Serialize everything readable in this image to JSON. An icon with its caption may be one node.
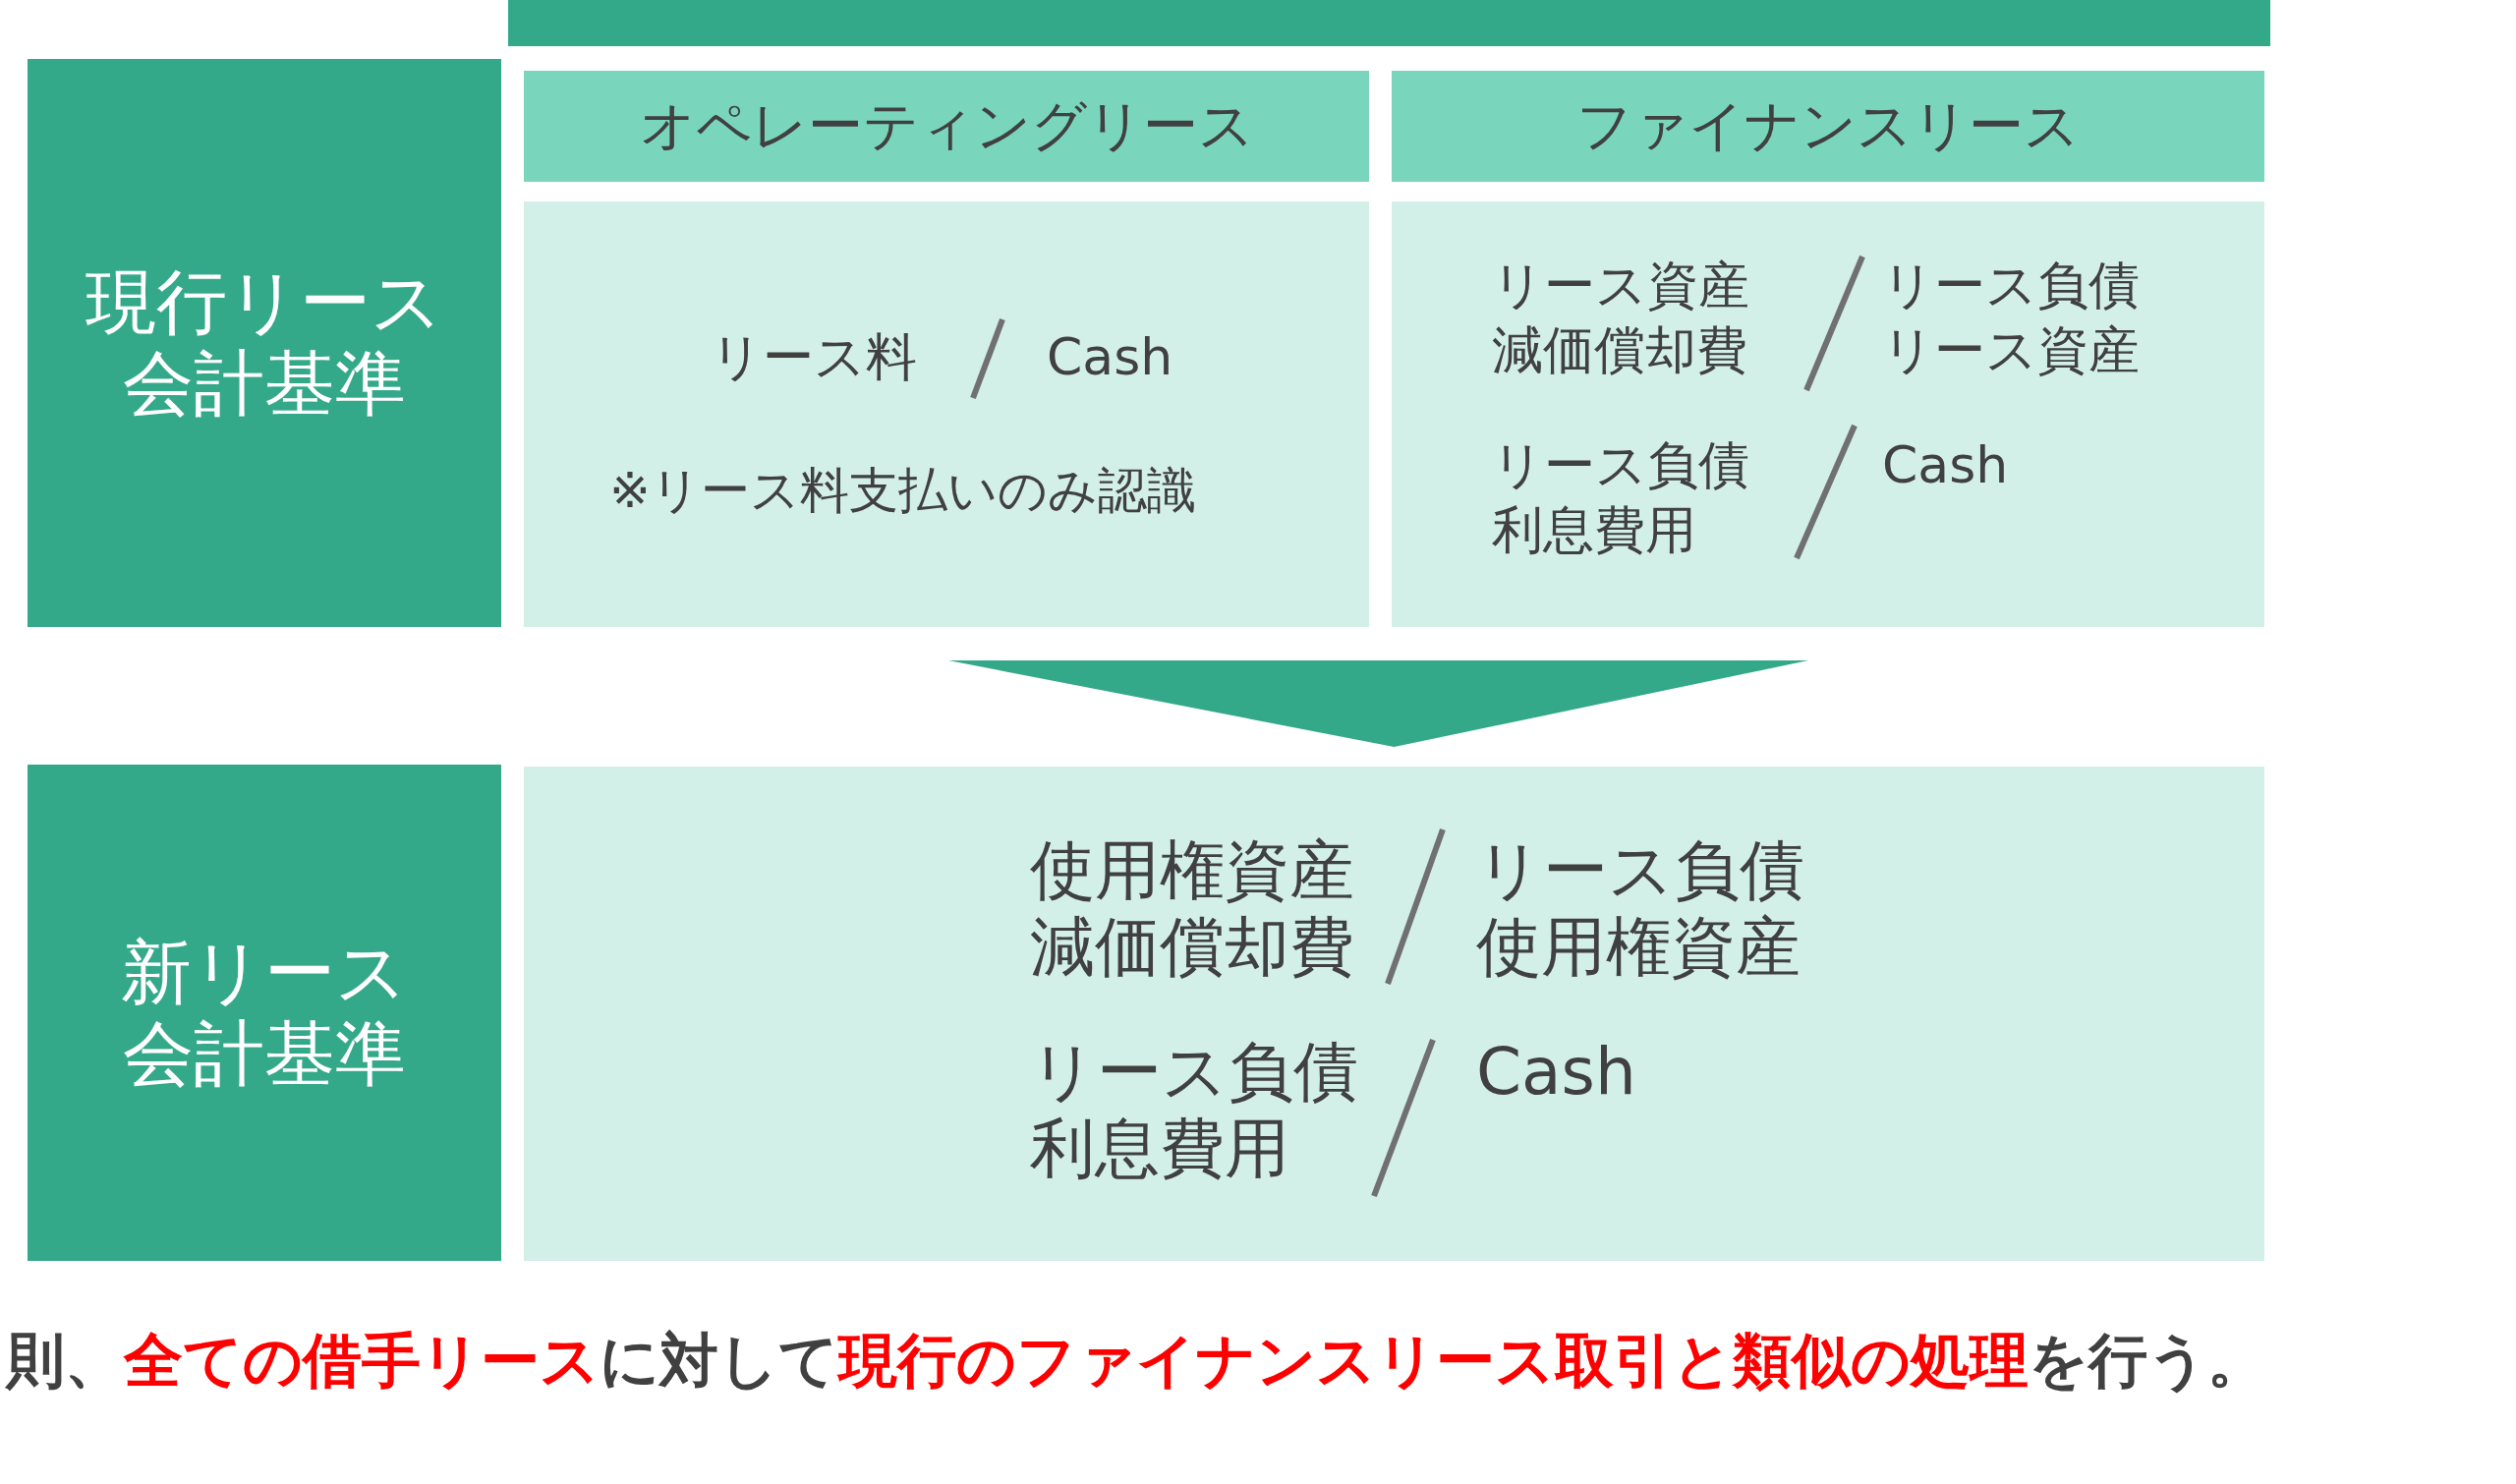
{
  "diagram": {
    "nodes": [
      {
        "text": [],
        "shape": "bar"
      },
      {
        "text": [
          "現行リース会計基準"
        ]
      },
      {
        "text": [
          "オペレーティングリース"
        ]
      },
      {
        "text": [
          "ファイナンスリース"
        ]
      },
      {
        "text": [
          "リース料",
          "Cash",
          "※リース料支払いのみ認識"
        ]
      },
      {
        "text": [
          "リース資産",
          "減価償却費",
          "リース負債",
          "リース資産",
          "リース負債",
          "利息費用",
          "Cash"
        ]
      },
      {
        "text": [
          "新リース会計基準"
        ]
      },
      {
        "text": [
          "使用権資産",
          "減価償却費",
          "リース負債",
          "使用権資産",
          "リース負債",
          "利息費用",
          "Cash"
        ]
      }
    ],
    "edges": [
      {
        "from": null,
        "to": 7,
        "arrow": "to"
      }
    ],
    "labels": [
      "則、**全ての借手リース**に対して**現行のファイナンスリース取引と類似の処理**を行う。"
    ]
  }
}
